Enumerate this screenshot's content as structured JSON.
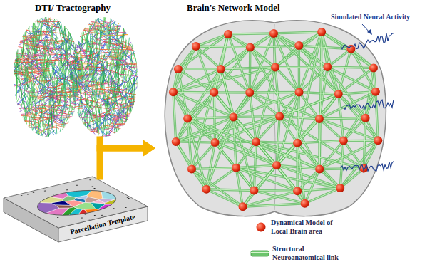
{
  "diagram": {
    "nodes": [
      {
        "text": [
          "DTI/ Tractography"
        ]
      },
      {
        "text": [
          "Parcellation Template"
        ]
      },
      {
        "text": [
          "Brain's Network Model"
        ]
      }
    ],
    "edges": [
      {
        "from": 0,
        "to": 2,
        "arrow": "to"
      },
      {
        "from": 1,
        "to": 2,
        "arrow": "to"
      }
    ],
    "labels": [
      "Simulated Neural Activity"
    ],
    "legend": [
      {
        "text": "Dynamical Model of Local Brain area"
      },
      {
        "text": "Structural Neuroanatomical link"
      }
    ]
  }
}
